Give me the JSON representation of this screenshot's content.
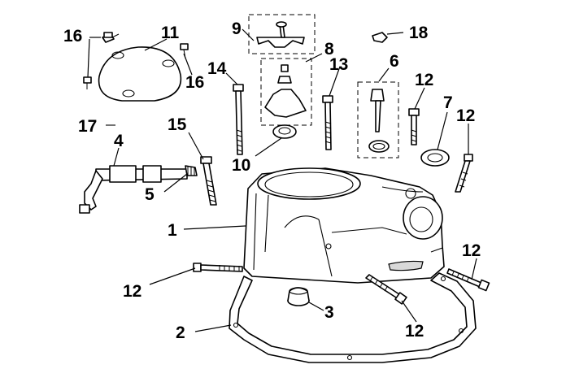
{
  "callouts": [
    {
      "id": "c16a",
      "text": "16"
    },
    {
      "id": "c11",
      "text": "11"
    },
    {
      "id": "c16b",
      "text": "16"
    },
    {
      "id": "c9",
      "text": "9"
    },
    {
      "id": "c8",
      "text": "8"
    },
    {
      "id": "c18",
      "text": "18"
    },
    {
      "id": "c14",
      "text": "14"
    },
    {
      "id": "c13",
      "text": "13"
    },
    {
      "id": "c6",
      "text": "6"
    },
    {
      "id": "c12a",
      "text": "12"
    },
    {
      "id": "c7",
      "text": "7"
    },
    {
      "id": "c12b",
      "text": "12"
    },
    {
      "id": "c17",
      "text": "17"
    },
    {
      "id": "c15",
      "text": "15"
    },
    {
      "id": "c4",
      "text": "4"
    },
    {
      "id": "c10",
      "text": "10"
    },
    {
      "id": "c5",
      "text": "5"
    },
    {
      "id": "c1",
      "text": "1"
    },
    {
      "id": "c12c",
      "text": "12"
    },
    {
      "id": "c12d",
      "text": "12"
    },
    {
      "id": "c3",
      "text": "3"
    },
    {
      "id": "c2",
      "text": "2"
    },
    {
      "id": "c12e",
      "text": "12"
    }
  ]
}
